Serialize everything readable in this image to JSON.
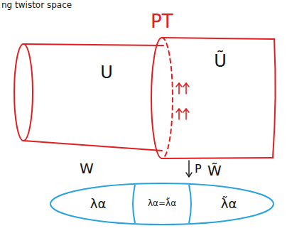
{
  "diagram": {
    "nodes": [
      {
        "text": [
          "U"
        ]
      },
      {
        "text": [
          "Ũ"
        ]
      },
      {
        "text": [
          "λα",
          "λα=λ̃α",
          "λ̃α"
        ]
      }
    ],
    "labels": [
      "ng twistor space",
      "PT",
      "W",
      "W̃",
      "P"
    ]
  }
}
